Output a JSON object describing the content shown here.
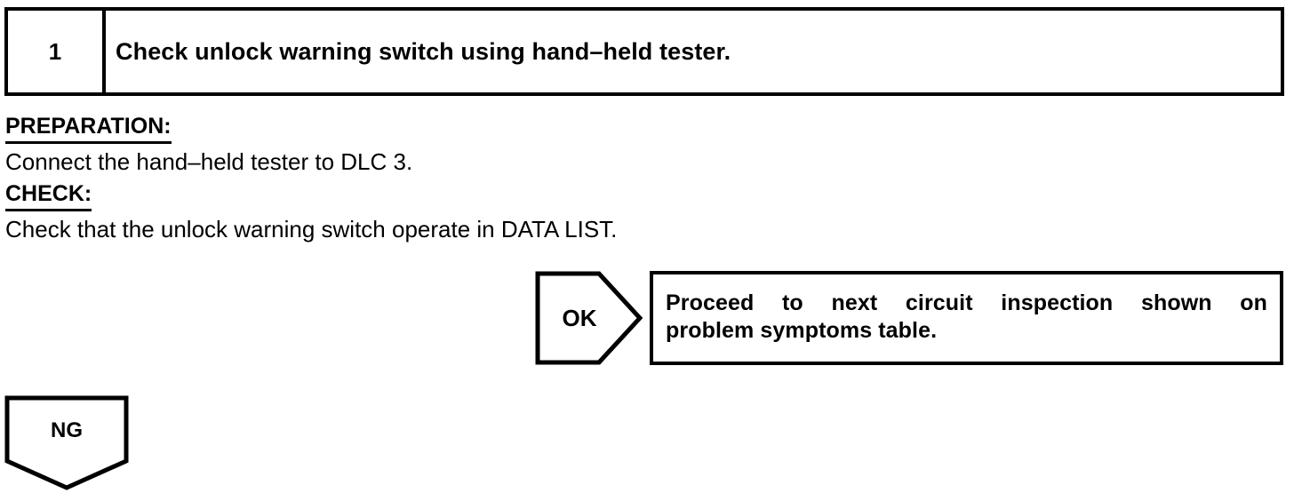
{
  "step": {
    "number": "1",
    "title": "Check unlock warning switch using hand–held tester."
  },
  "procedure": {
    "preparation_heading": "PREPARATION:",
    "preparation_text": "Connect the hand–held tester to DLC 3.",
    "check_heading": "CHECK:",
    "check_text": "Check that the unlock warning switch operate in DATA LIST."
  },
  "results": {
    "ok": {
      "judgement": "OK",
      "text_line1": "Proceed to next circuit inspection shown on",
      "text_line2": "problem symptoms table."
    },
    "ng": {
      "judgement": "NG"
    }
  },
  "colors": {
    "ink": "#000000",
    "paper": "#ffffff"
  }
}
